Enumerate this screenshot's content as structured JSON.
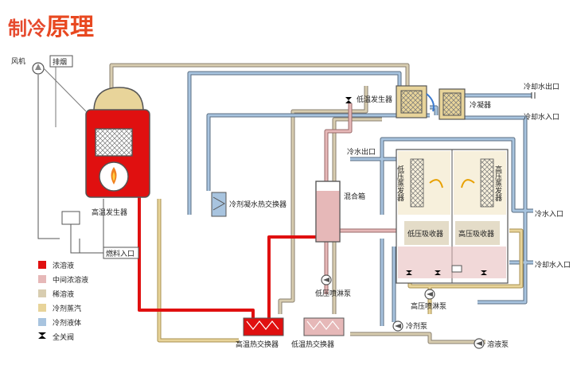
{
  "title": {
    "part1": "制冷",
    "part2": "原理"
  },
  "colors": {
    "title1": "#e64a2e",
    "title2": "#e84820",
    "concentrated": "#e01010",
    "intermediate": "#e6b8b8",
    "dilute": "#d8cdb0",
    "vapor": "#e8d49a",
    "liquid": "#a8c4df",
    "outline": "#555555"
  },
  "labels": {
    "fan": "风机",
    "exhaust": "排烟",
    "ht_generator": "高温发生器",
    "fuel_inlet": "燃料入口",
    "lt_generator": "低温发生器",
    "condenser": "冷凝器",
    "cooling_water_out_top": "冷却水出口",
    "cooling_water_in_top": "冷却水入口",
    "cold_water_out": "冷水出口",
    "cold_water_in": "冷水入口",
    "refrig_drain_hx": "冷剂凝水热交换器",
    "mixing_tank": "混合箱",
    "lp_evaporator": "低压蒸发器",
    "hp_evaporator": "高压蒸发器",
    "lp_absorber": "低压吸收器",
    "hp_absorber": "高压吸收器",
    "cooling_water_in_right": "冷却水入口",
    "lp_spray_pump": "低压喷淋泵",
    "hp_spray_pump": "高压喷淋泵",
    "refrig_pump": "冷剂泵",
    "solution_pump": "溶液泵",
    "ht_hx": "高温热交换器",
    "lt_hx": "低温热交换器"
  },
  "legend": [
    {
      "label": "浓溶液",
      "color": "#e01010"
    },
    {
      "label": "中间浓溶液",
      "color": "#e6b8b8"
    },
    {
      "label": "稀溶液",
      "color": "#d8cdb0"
    },
    {
      "label": "冷剂蒸汽",
      "color": "#e8d49a"
    },
    {
      "label": "冷剂液体",
      "color": "#a8c4df"
    },
    {
      "label": "全关阀",
      "icon": "valve-icon"
    }
  ]
}
